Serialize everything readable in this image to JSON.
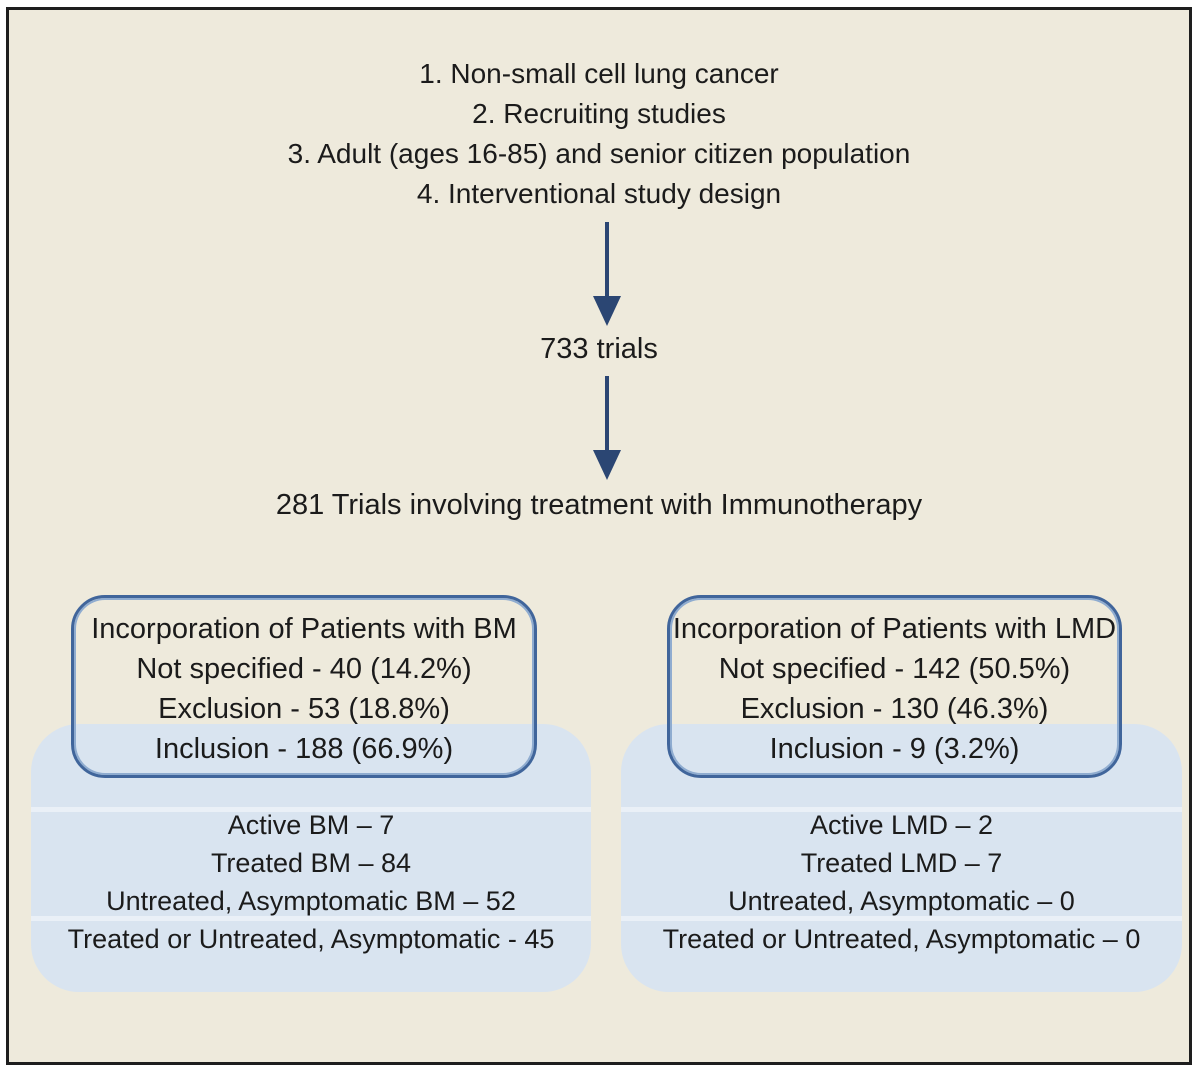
{
  "colors": {
    "background": "#eeeadc",
    "frame_border": "#1e1e1e",
    "text": "#1b1b1b",
    "arrow": "#2b4673",
    "box_border": "#40659b",
    "box_border_inner": "#8facd0",
    "panel_fill": "#d9e4f0"
  },
  "criteria": {
    "items": [
      "1. Non-small cell lung cancer",
      "2. Recruiting studies",
      "3. Adult (ages 16-85) and senior citizen population",
      "4. Interventional study design"
    ]
  },
  "flow": {
    "trials_count": "733 trials",
    "immunotherapy_trials": "281 Trials involving treatment with Immunotherapy"
  },
  "bm": {
    "box_lines": [
      "Incorporation of Patients with BM",
      "Not specified - 40 (14.2%)",
      "Exclusion - 53 (18.8%)",
      "Inclusion - 188 (66.9%)"
    ],
    "list_lines": [
      "Active BM – 7",
      "Treated BM – 84",
      "Untreated, Asymptomatic BM – 52",
      "Treated or Untreated, Asymptomatic - 45"
    ]
  },
  "lmd": {
    "box_lines": [
      "Incorporation of Patients with LMD",
      "Not specified - 142 (50.5%)",
      "Exclusion - 130 (46.3%)",
      "Inclusion - 9 (3.2%)"
    ],
    "list_lines": [
      "Active LMD – 2",
      "Treated LMD – 7",
      "Untreated, Asymptomatic – 0",
      "Treated or Untreated, Asymptomatic – 0"
    ]
  }
}
